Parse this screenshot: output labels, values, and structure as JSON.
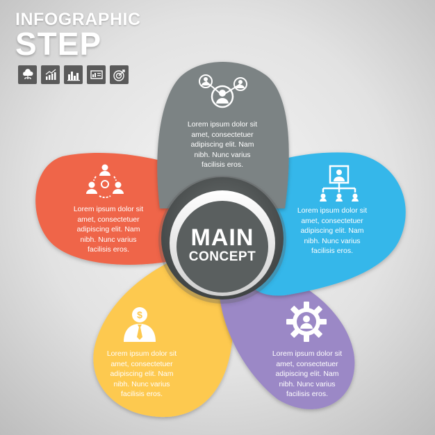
{
  "header": {
    "title_line1": "INFOGRAPHIC",
    "title_line2": "STEP"
  },
  "toolbar": {
    "icons": [
      "cloud-hierarchy-icon",
      "growth-chart-icon",
      "bar-chart-icon",
      "presentation-icon",
      "target-icon"
    ]
  },
  "center": {
    "line1": "MAIN",
    "line2": "CONCEPT"
  },
  "petals": [
    {
      "id": "top",
      "color": "#7c8384",
      "icon": "network-people-icon",
      "text_lines": [
        "Lorem ipsum dolor sit",
        "amet, consectetuer",
        "adipiscing elit. Nam",
        "nibh. Nunc varius",
        "facilisis eros."
      ]
    },
    {
      "id": "right",
      "color": "#36b7ea",
      "icon": "org-chart-icon",
      "text_lines": [
        "Lorem ipsum dolor sit",
        "amet, consectetuer",
        "adipiscing elit. Nam",
        "nibh. Nunc varius",
        "facilisis eros."
      ]
    },
    {
      "id": "bottom-right",
      "color": "#9b88c6",
      "icon": "gear-icon",
      "text_lines": [
        "Lorem ipsum dolor sit",
        "amet, consectetuer",
        "adipiscing elit. Nam",
        "nibh. Nunc varius",
        "facilisis eros."
      ]
    },
    {
      "id": "bottom-left",
      "color": "#fdc94f",
      "icon": "businessman-dollar-icon",
      "text_lines": [
        "Lorem ipsum dolor sit",
        "amet, consectetuer",
        "adipiscing elit. Nam",
        "nibh. Nunc varius",
        "facilisis eros."
      ]
    },
    {
      "id": "left",
      "color": "#ef6548",
      "icon": "team-cycle-icon",
      "text_lines": [
        "Lorem ipsum dolor sit",
        "amet, consectetuer",
        "adipiscing elit. Nam",
        "nibh. Nunc varius",
        "facilisis eros."
      ]
    }
  ]
}
